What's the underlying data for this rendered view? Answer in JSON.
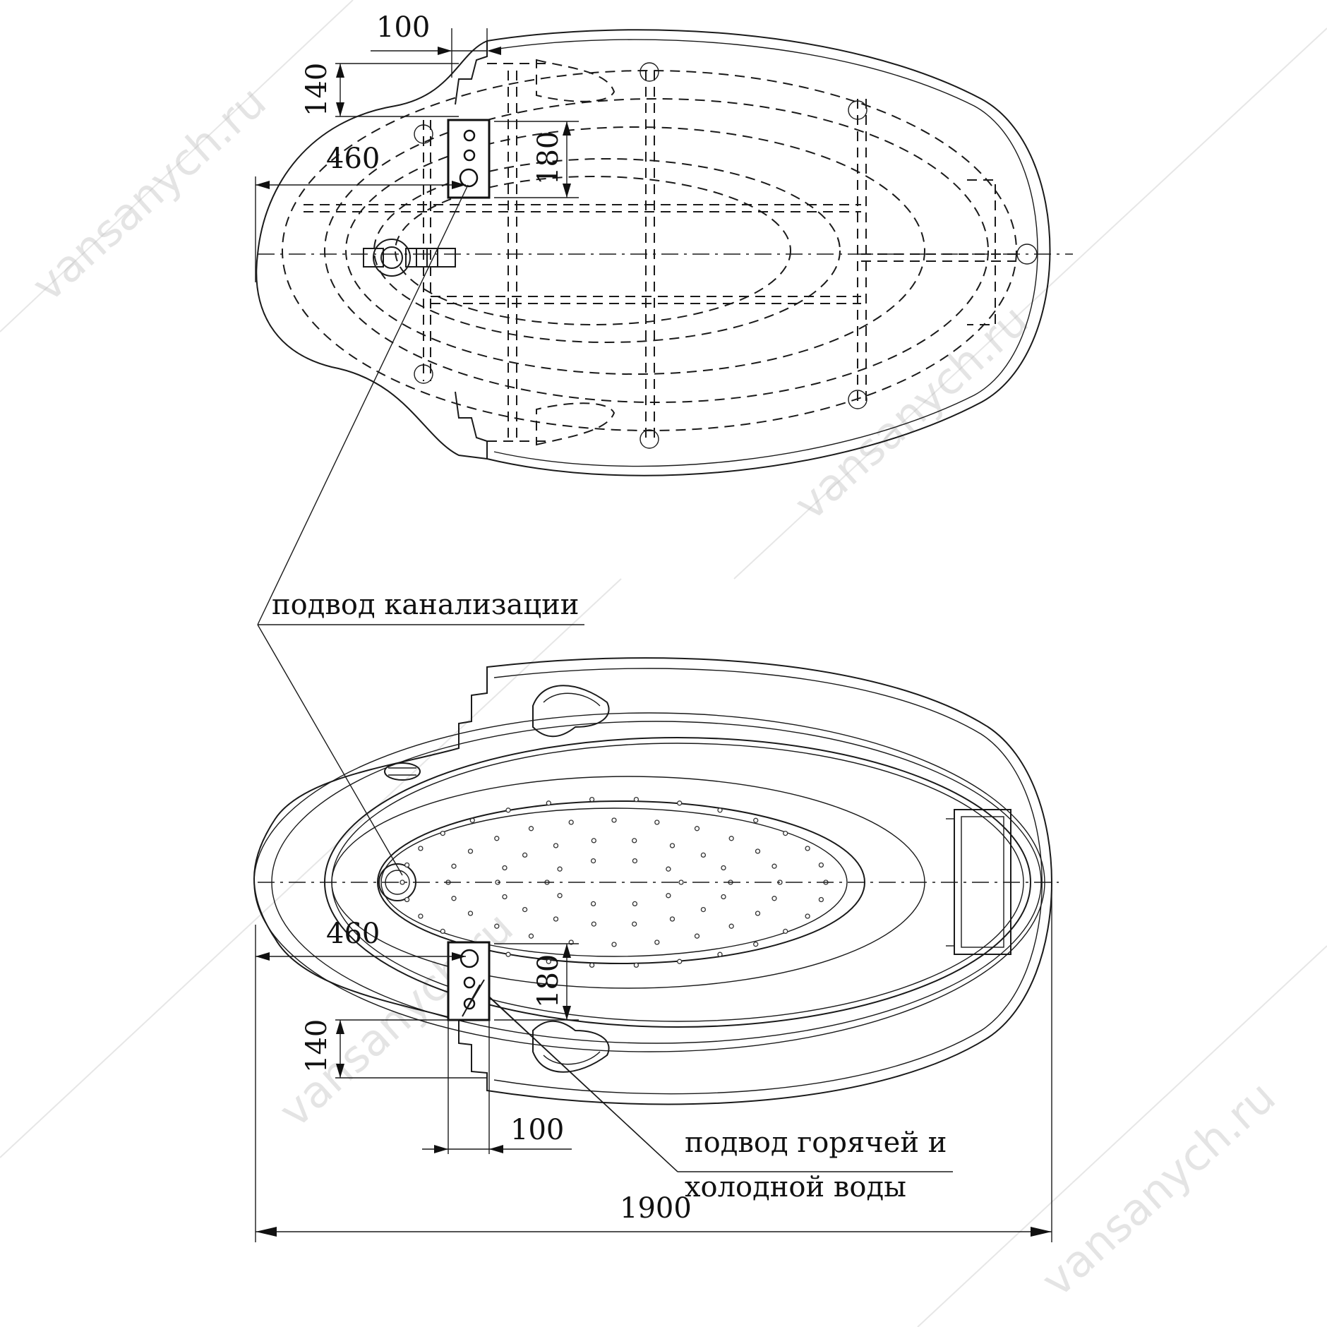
{
  "dimensions": {
    "top_100": "100",
    "top_140": "140",
    "top_180": "180",
    "top_460": "460",
    "bottom_460": "460",
    "bottom_180": "180",
    "bottom_140": "140",
    "bottom_100": "100",
    "overall_length": "1900"
  },
  "labels": {
    "drain": "подвод канализации",
    "water_line1": "подвод горячей и",
    "water_line2": "холодной воды"
  },
  "watermark": "vansanych.ru",
  "colors": {
    "line": "#1a1a1a",
    "background": "#ffffff",
    "watermark": "#b5b5b5"
  }
}
